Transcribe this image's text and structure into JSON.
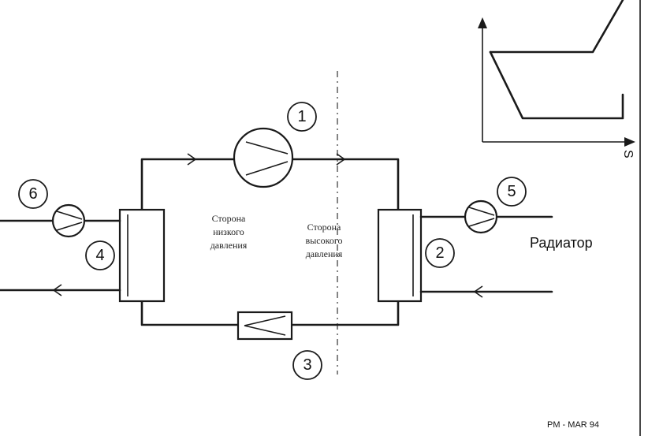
{
  "labels": {
    "n1": "1",
    "n2": "2",
    "n3": "3",
    "n4": "4",
    "n5": "5",
    "n6": "6",
    "low_side_line1": "Сторона",
    "low_side_line2": "низкого",
    "low_side_line3": "давления",
    "high_side_line1": "Сторона",
    "high_side_line2": "высокого",
    "high_side_line3": "давления",
    "radiator": "Радиатор",
    "axis_s": "S",
    "footer": "PM - MAR 94"
  }
}
